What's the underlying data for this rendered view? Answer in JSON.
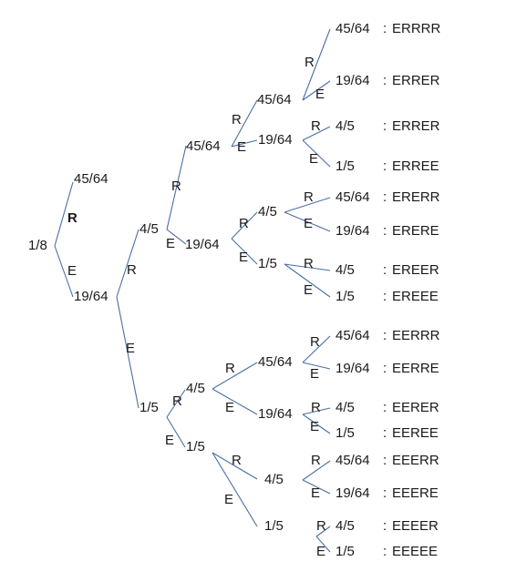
{
  "labels": {
    "root": "1/8",
    "l1_r_value": "45/64",
    "l1_r_letter": "R",
    "l1_e_letter": "E",
    "l1_e_value": "19/64",
    "l2a_r_letter": "R",
    "l2a_r_value": "4/5",
    "l2b_e_letter": "E",
    "l2b_e_value": "1/5",
    "l3a_r_letter": "R",
    "l3a_r_value": "45/64",
    "l3a_e_letter": "E",
    "l3a_e_value": "19/64",
    "l3b_r_letter": "R",
    "l3b_r_value": "4/5",
    "l3b_e_letter": "E",
    "l3b_e_value": "1/5",
    "l4a_r_letter": "R",
    "l4a_r_value": "45/64",
    "l4a_e_letter": "E",
    "l4a_e_value": "19/64",
    "l4b_r_letter": "R",
    "l4b_r_value": "4/5",
    "l4b_e_letter": "E",
    "l4b_e_value": "1/5",
    "l4c_r_letter": "R",
    "l4c_r_value": "45/64",
    "l4c_e_letter": "E",
    "l4c_e_value": "19/64",
    "l4d_r_letter": "R",
    "l4d_r_value": "4/5",
    "l4d_e_letter": "E",
    "l4d_e_value": "1/5"
  },
  "leaves": [
    {
      "r": "R",
      "e": "E",
      "p1": "45/64",
      "o1": "ERRRR",
      "p2": "19/64",
      "o2": "ERRER"
    },
    {
      "r": "R",
      "e": "E",
      "p1": "4/5",
      "o1": "ERRER",
      "p2": "1/5",
      "o2": "ERREE"
    },
    {
      "r": "R",
      "e": "E",
      "p1": "45/64",
      "o1": "ERERR",
      "p2": "19/64",
      "o2": "ERERE"
    },
    {
      "r": "R",
      "e": "E",
      "p1": "4/5",
      "o1": "EREER",
      "p2": "1/5",
      "o2": "EREEE"
    },
    {
      "r": "R",
      "e": "E",
      "p1": "45/64",
      "o1": "EERRR",
      "p2": "19/64",
      "o2": "EERRE"
    },
    {
      "r": "R",
      "e": "E",
      "p1": "4/5",
      "o1": "EERER",
      "p2": "1/5",
      "o2": "EEREE"
    },
    {
      "r": "R",
      "e": "E",
      "p1": "45/64",
      "o1": "EEERR",
      "p2": "19/64",
      "o2": "EEERE"
    },
    {
      "r": "R",
      "e": "E",
      "p1": "4/5",
      "o1": "EEEER",
      "p2": "1/5",
      "o2": "EEEEE"
    }
  ],
  "separator": ":"
}
